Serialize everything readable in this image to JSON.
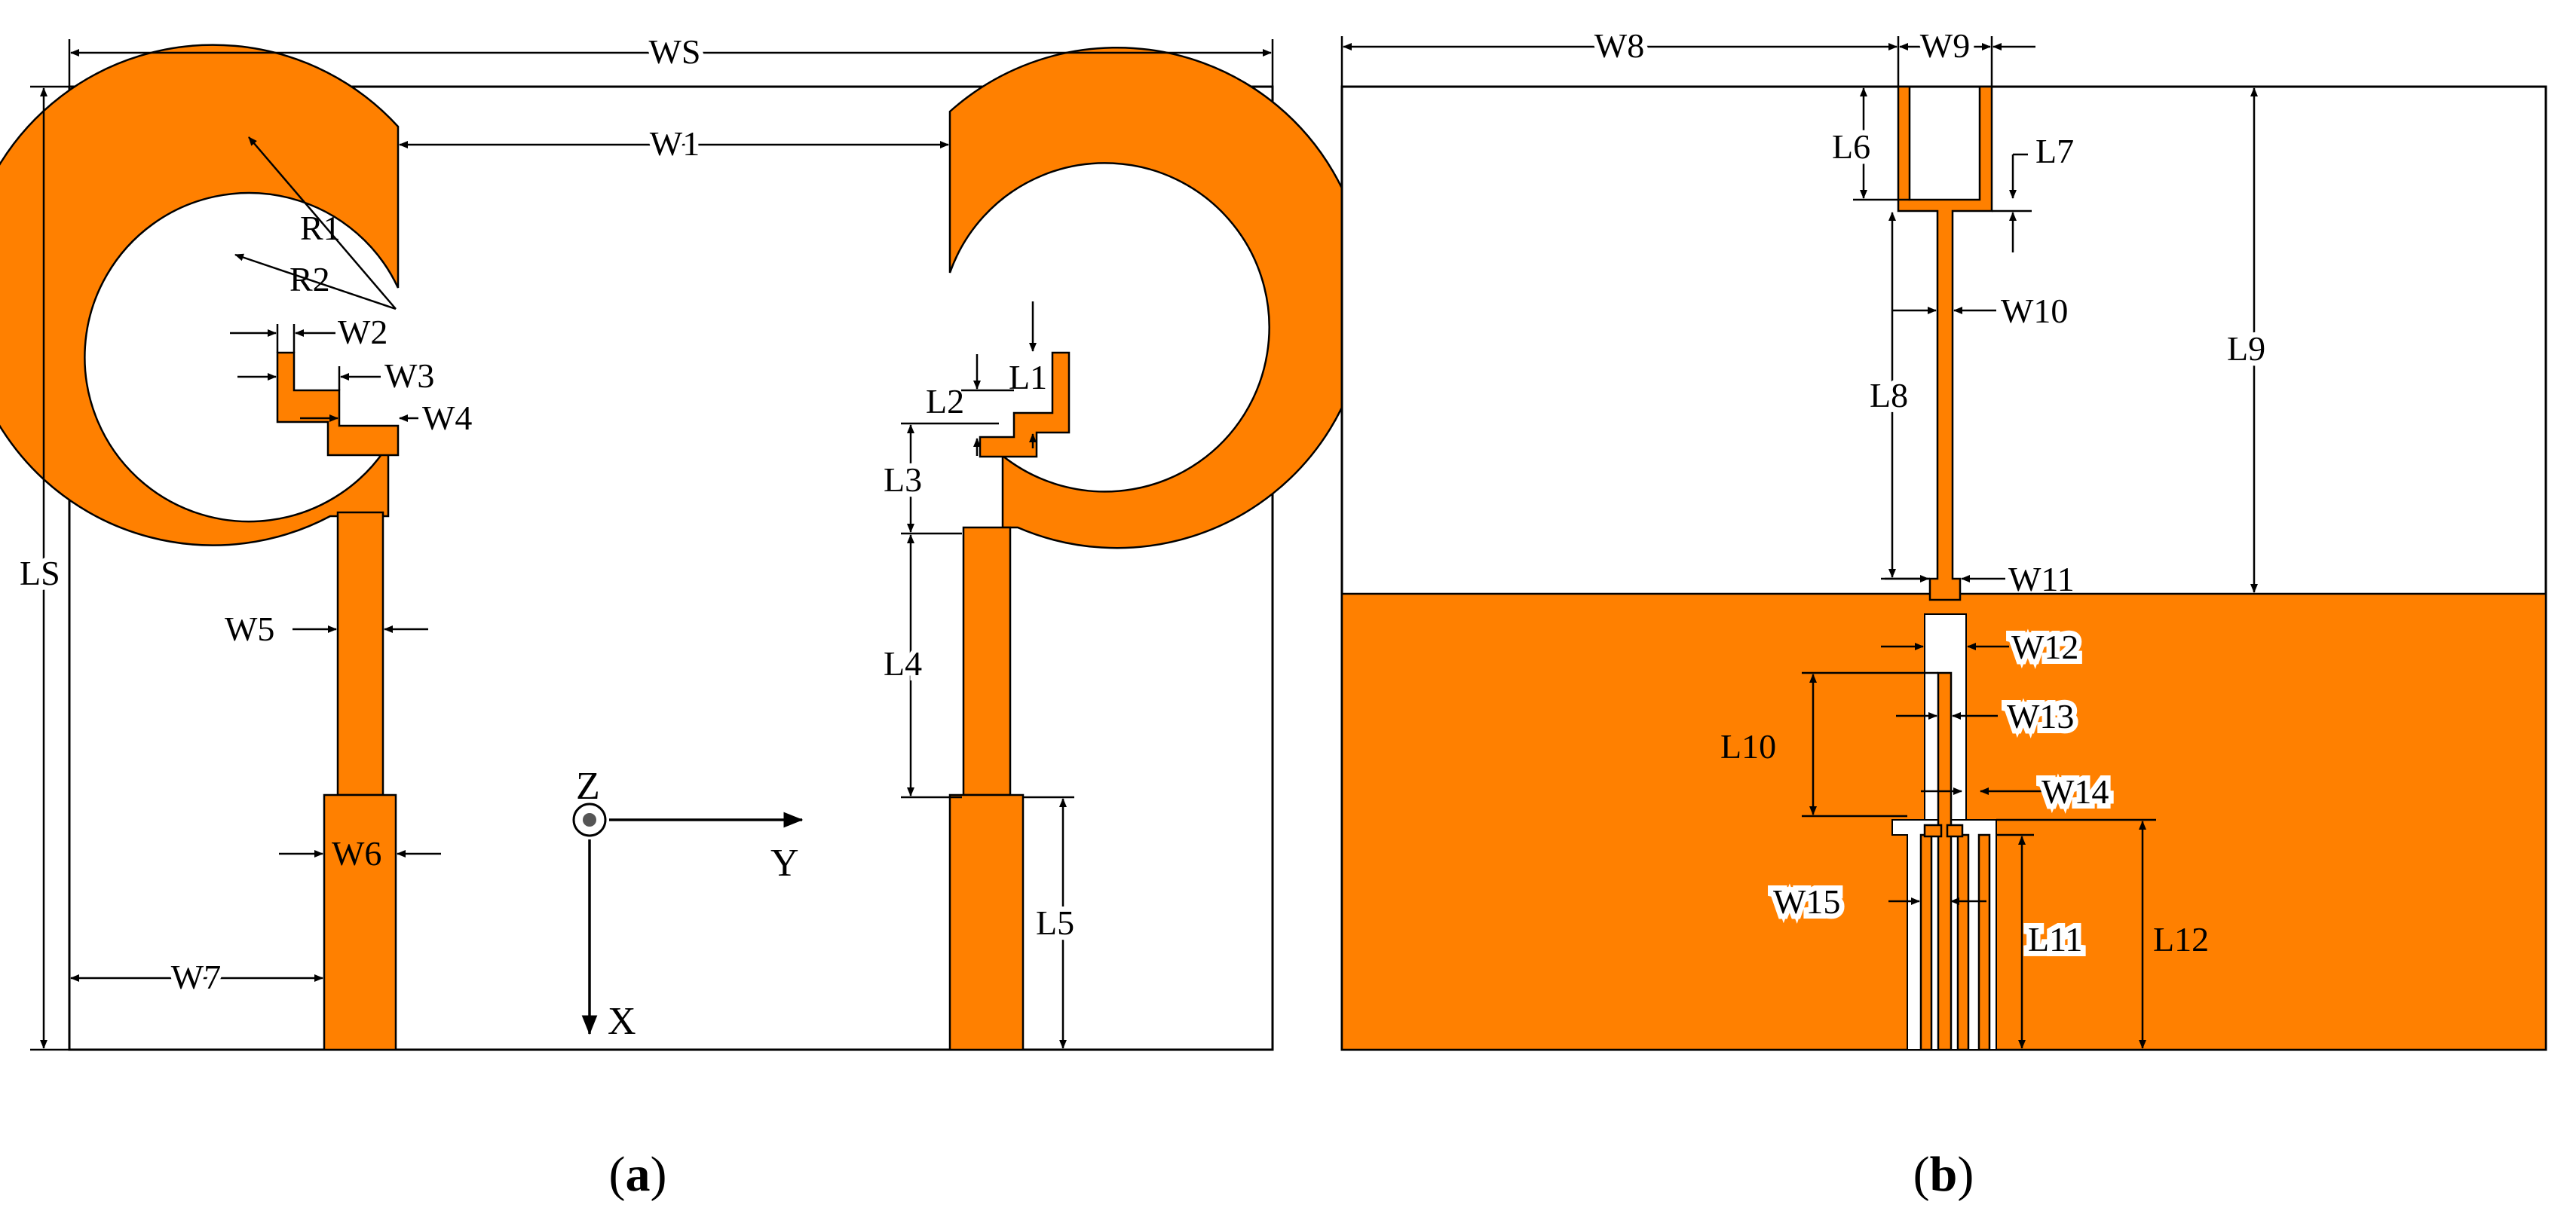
{
  "colors": {
    "copper": "#ff8000",
    "outline": "#000000",
    "background": "#ffffff"
  },
  "panel_a": {
    "caption_left": "(",
    "caption_letter": "a",
    "caption_right": ")",
    "labels": {
      "ws": "WS",
      "ls": "LS",
      "w1": "W1",
      "r1": "R1",
      "r2": "R2",
      "w2": "W2",
      "w3": "W3",
      "w4": "W4",
      "w5": "W5",
      "w6": "W6",
      "w7": "W7",
      "l1": "L1",
      "l2": "L2",
      "l3": "L3",
      "l4": "L4",
      "l5": "L5"
    },
    "axes": {
      "z": "Z",
      "y": "Y",
      "x": "X"
    }
  },
  "panel_b": {
    "caption_left": "(",
    "caption_letter": "b",
    "caption_right": ")",
    "labels": {
      "w8": "W8",
      "w9": "W9",
      "w10": "W10",
      "w11": "W11",
      "w12": "W12",
      "w13": "W13",
      "w14": "W14",
      "w15": "W15",
      "l6": "L6",
      "l7": "L7",
      "l8": "L8",
      "l9": "L9",
      "l10": "L10",
      "l11": "L11",
      "l12": "L12"
    }
  }
}
